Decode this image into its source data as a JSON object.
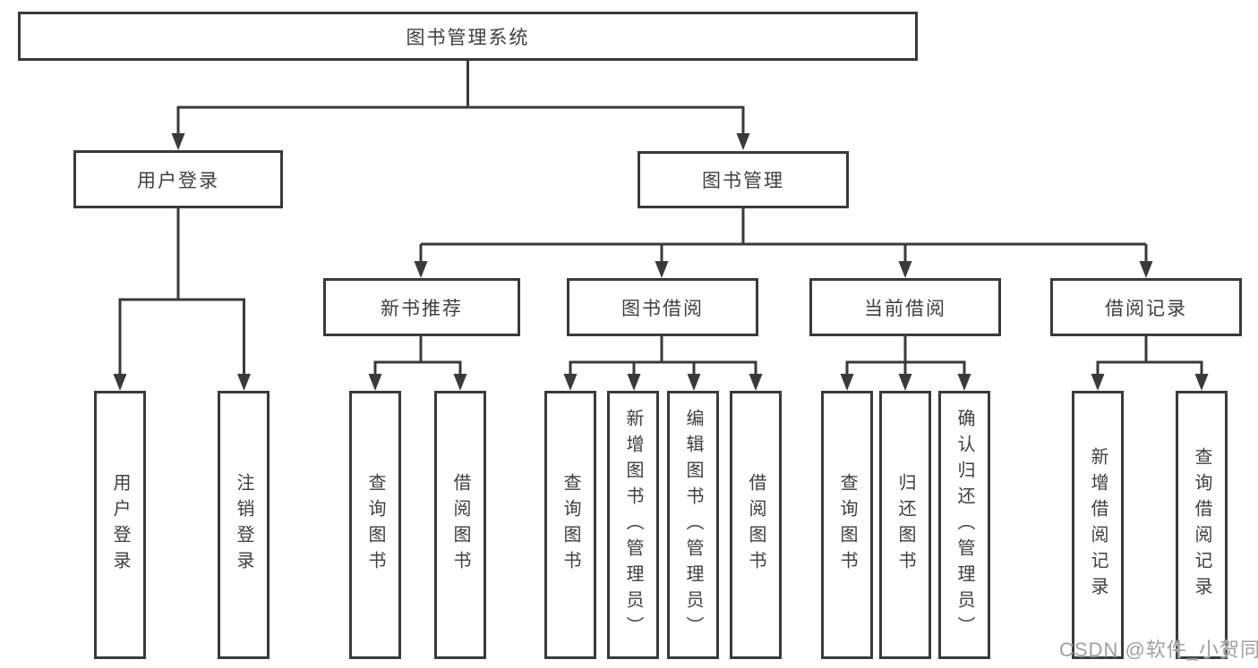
{
  "colors": {
    "line": "#3a3a3a",
    "node_border": "#3a3a3a",
    "node_text": "#3f3f3f",
    "background": "#ffffff",
    "watermark": "#a0a0a0"
  },
  "tree": {
    "root": "图书管理系统",
    "branches": [
      {
        "label": "用户登录",
        "children": [
          "用户登录",
          "注销登录"
        ]
      },
      {
        "label": "图书管理",
        "groups": [
          {
            "label": "新书推荐",
            "children": [
              "查询图书",
              "借阅图书"
            ]
          },
          {
            "label": "图书借阅",
            "children": [
              "查询图书",
              "新增图书（管理员）",
              "编辑图书（管理员）",
              "借阅图书"
            ]
          },
          {
            "label": "当前借阅",
            "children": [
              "查询图书",
              "归还图书",
              "确认归还（管理员）"
            ]
          },
          {
            "label": "借阅记录",
            "children": [
              "新增借阅记录",
              "查询借阅记录"
            ]
          }
        ]
      }
    ]
  },
  "watermark": "CSDN @软件_小贺同学"
}
